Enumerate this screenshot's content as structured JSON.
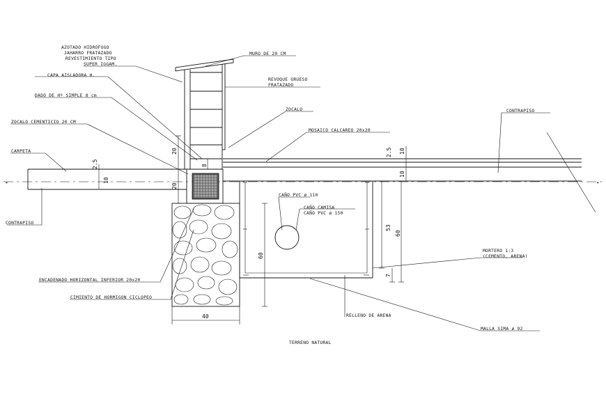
{
  "labels": {
    "azotado_1": "AZOTADO HIDROFUGO",
    "azotado_2": "JAHARRO FRATAZADO",
    "azotado_3": "REVESTIMIENTO TIPO",
    "azotado_4": "SUPER IGGAM.",
    "capa": "CAPA AISLADORA H.",
    "dado": "DADO DE Hº SIMPLE 8 cm",
    "zocalo_cem": "ZOCALO CEMENTICIO 20 CM",
    "carpeta": "CARPETA",
    "contrapiso_left": "CONTRAPISO",
    "muro": "MURO DE 20 CM",
    "revoque_1": "REVOQUE GRUESO",
    "revoque_2": "FRATAZADO",
    "zocalo": "ZOCALO",
    "mosaico": "MOSAICO CALCAREO 20x20",
    "contrapiso_right": "CONTRAPISO",
    "cano_pvc": "CAÑO PVC ø 110",
    "cano_camisa_1": "CAÑO CAMISA",
    "cano_camisa_2": "CAÑO PVC ø 150",
    "mortero_1": "MORTERO 1:3",
    "mortero_2": "(CEMENTO, ARENA)",
    "encadenado": "ENCADENADO HORIZONTAL INFERIOR 20x20",
    "cimiento": "CIMIENTO DE HORMIGON CICLOPEO",
    "relleno": "RELLENO DE ARENA",
    "malla": "MALLA SIMA ø 92",
    "terreno": "TERRENO NATURAL"
  },
  "dims": {
    "d40": "40",
    "d60_left": "60",
    "d53": "53",
    "d60_right": "60",
    "d7": "7",
    "d20_upper": "20",
    "d20_lower": "20",
    "d8": "8",
    "d2_5_left": "2.5",
    "d10_left": "10",
    "d2_5_right": "2.5",
    "d10_right_top": "10",
    "d10_right_bottom": "10"
  }
}
